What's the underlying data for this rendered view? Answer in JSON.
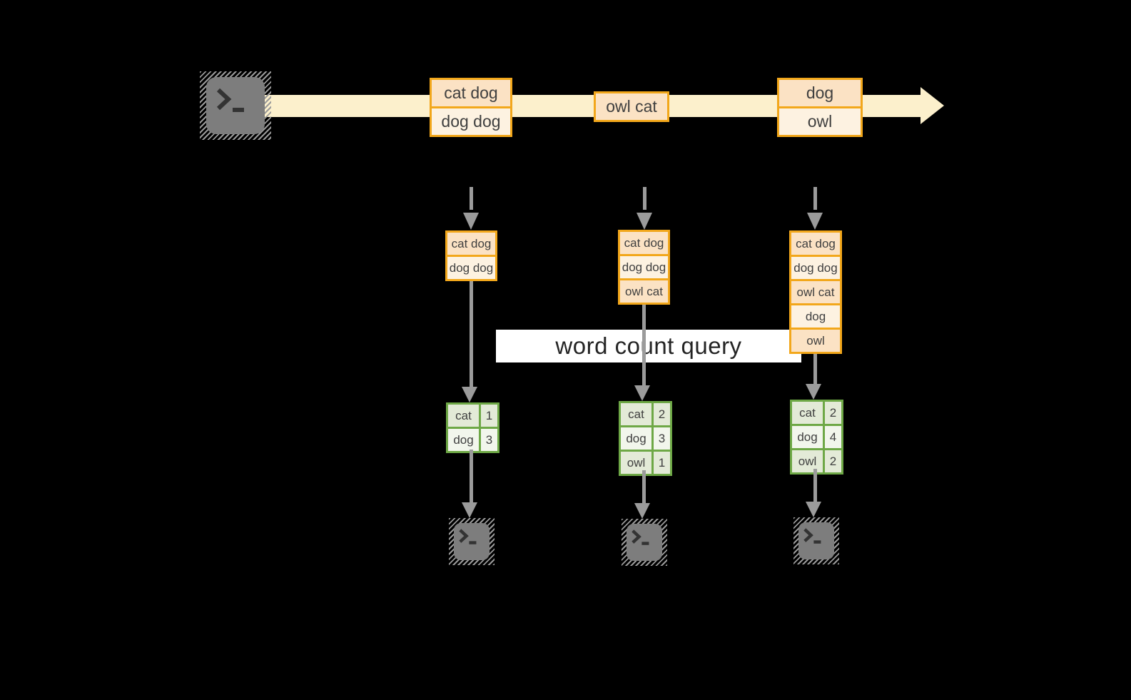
{
  "query_label": "word count query",
  "source": {
    "icon": "terminal-icon"
  },
  "stream_batches": [
    {
      "items": [
        "cat dog",
        "dog dog"
      ]
    },
    {
      "items": [
        "owl cat"
      ]
    },
    {
      "items": [
        "dog",
        "owl"
      ]
    }
  ],
  "columns": [
    {
      "input_rows": [
        "cat dog",
        "dog dog"
      ],
      "result_rows": [
        {
          "word": "cat",
          "count": "1"
        },
        {
          "word": "dog",
          "count": "3"
        }
      ],
      "output_icon": "terminal-icon"
    },
    {
      "input_rows": [
        "cat dog",
        "dog dog",
        "owl cat"
      ],
      "result_rows": [
        {
          "word": "cat",
          "count": "2"
        },
        {
          "word": "dog",
          "count": "3"
        },
        {
          "word": "owl",
          "count": "1"
        }
      ],
      "output_icon": "terminal-icon"
    },
    {
      "input_rows": [
        "cat dog",
        "dog dog",
        "owl cat",
        "dog",
        "owl"
      ],
      "result_rows": [
        {
          "word": "cat",
          "count": "2"
        },
        {
          "word": "dog",
          "count": "4"
        },
        {
          "word": "owl",
          "count": "2"
        }
      ],
      "output_icon": "terminal-icon"
    }
  ],
  "colors": {
    "background": "#000000",
    "stream_band": "#FCF0CC",
    "box_border_orange": "#F2A71B",
    "cell_fill_peach": "#FBE2C4",
    "cell_fill_cream": "#FDF2E1",
    "table_border_green": "#6EA846",
    "table_fill_dark": "#E3EAD7",
    "table_fill_light": "#F2F6EC",
    "arrow_gray": "#9B9B9B",
    "terminal_gray": "#7D7D7D",
    "text_dark": "#3F3F3F",
    "query_text": "#242424",
    "query_band_bg": "#FFFFFF"
  }
}
